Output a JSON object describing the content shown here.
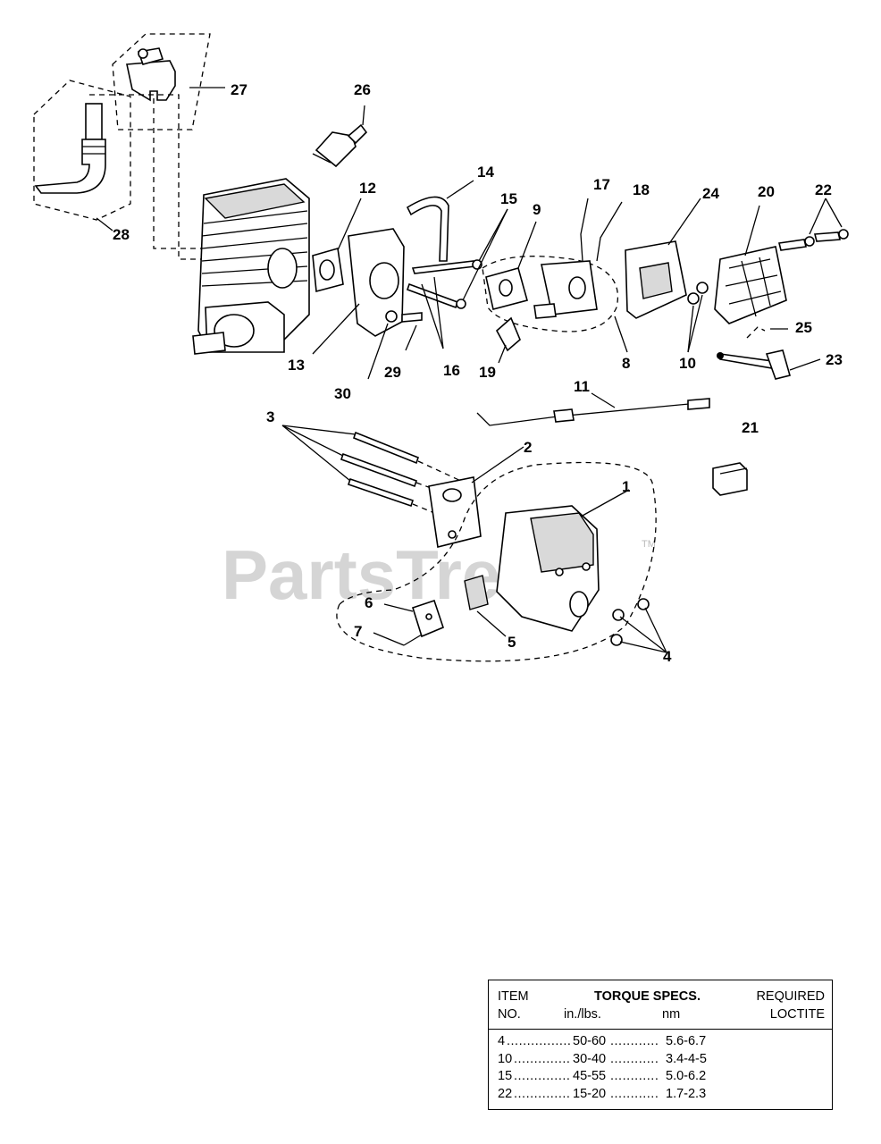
{
  "watermark": {
    "text": "PartsTree",
    "tm": "TM"
  },
  "callouts": [
    "1",
    "2",
    "3",
    "4",
    "5",
    "6",
    "7",
    "8",
    "9",
    "10",
    "11",
    "12",
    "13",
    "14",
    "15",
    "16",
    "17",
    "18",
    "19",
    "20",
    "21",
    "22",
    "23",
    "24",
    "25",
    "26",
    "27",
    "28",
    "29",
    "30"
  ],
  "torque_table": {
    "header": {
      "item": "ITEM",
      "no": "NO.",
      "torque_specs": "TORQUE SPECS.",
      "in_lbs": "in./lbs.",
      "nm": "nm",
      "required": "REQUIRED",
      "loctite": "LOCTITE"
    },
    "rows": [
      {
        "item": "4",
        "dots1": "................",
        "in_lbs": "50-60",
        "dots2": "............",
        "nm": "5.6-6.7"
      },
      {
        "item": "10",
        "dots1": "..............",
        "in_lbs": "30-40",
        "dots2": "............",
        "nm": "3.4-4-5"
      },
      {
        "item": "15",
        "dots1": "..............",
        "in_lbs": "45-55",
        "dots2": "............",
        "nm": "5.0-6.2"
      },
      {
        "item": "22",
        "dots1": "..............",
        "in_lbs": "15-20",
        "dots2": "............",
        "nm": "1.7-2.3"
      }
    ]
  }
}
